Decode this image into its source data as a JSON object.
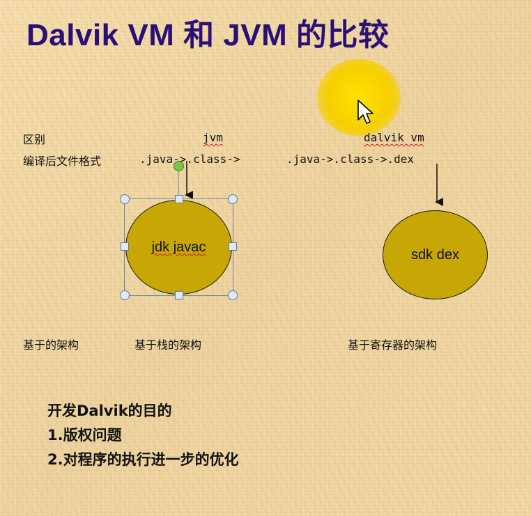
{
  "slide": {
    "title": "Dalvik VM 和 JVM 的比较"
  },
  "comparison": {
    "row_header": "区别",
    "jvm_header": "jvm",
    "dalvik_header": "dalvik vm",
    "file_format_label": "编译后文件格式",
    "jvm_chain": ".java->.class->",
    "dalvik_chain": ".java->.class->.dex",
    "jvm_tool": "jdk javac",
    "dalvik_tool": "sdk dex",
    "arch_label": "基于的架构",
    "jvm_arch": "基于栈的架构",
    "dalvik_arch": "基于寄存器的架构"
  },
  "purpose": {
    "heading": "开发Dalvik的目的",
    "items": [
      "1.版权问题",
      "2.对程序的执行进一步的优化"
    ]
  },
  "colors": {
    "title": "#2a0f78",
    "ellipse_fill": "#c7a705",
    "highlight": "#ffe200",
    "spellcheck": "#d21c1c",
    "selection": "#6f86a6"
  },
  "icons": [
    "mouse-pointer-icon",
    "rotation-handle-icon",
    "resize-handle-icon"
  ]
}
